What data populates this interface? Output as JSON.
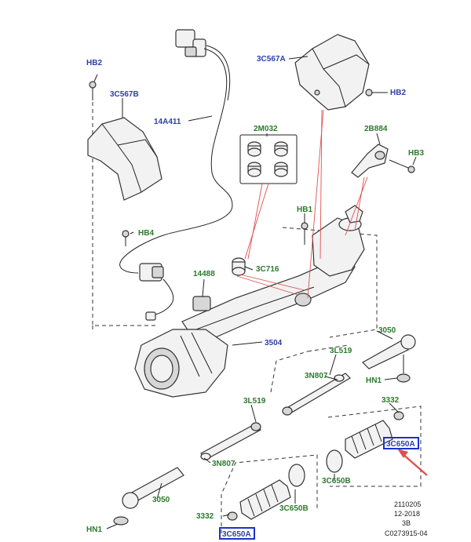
{
  "labels": {
    "hb2_left": "HB2",
    "c567b": "3C567B",
    "c567a": "3C567A",
    "hb2_right": "HB2",
    "a411": "14A411",
    "m032": "2M032",
    "b884": "2B884",
    "hb3": "HB3",
    "hb1_top": "HB1",
    "hb4": "HB4",
    "c716": "3C716",
    "n14488": "14488",
    "n3504": "3504",
    "n3050_right": "3050",
    "l519_right": "3L519",
    "n807_right": "3N807",
    "hn1_right": "HN1",
    "n3332_right": "3332",
    "c650a_right": "3C650A",
    "c650b_right": "3C650B",
    "l519_left": "3L519",
    "n807_left": "3N807",
    "n3050_left": "3050",
    "hn1_left": "HN1",
    "n3332_left": "3332",
    "c650b_left": "3C650B",
    "c650a_left": "3C650A"
  },
  "meta": {
    "code": "2110205",
    "date": "12-2018",
    "rev": "3B",
    "ref": "C0273915-04"
  },
  "colors": {
    "label_blue": "#2e3fa8",
    "label_green": "#2d7a2d",
    "highlight_box": "#1a33c9",
    "arrow_red": "#e0504e"
  }
}
